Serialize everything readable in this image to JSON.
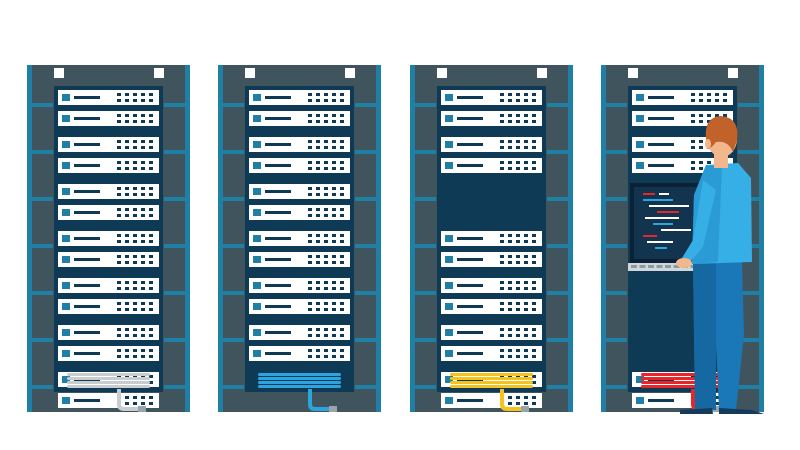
{
  "scene": {
    "background": "#ffffff",
    "rack_frame_color": "#3f545c",
    "rack_inner_color": "#0e3a56",
    "rack_side_accent": "#1f7fa4",
    "server_face_color": "#ffffff",
    "racks": [
      {
        "name": "rack-1",
        "cable_color": "#c9cdd0",
        "empty_slots": []
      },
      {
        "name": "rack-2",
        "cable_color": "#2aa5df",
        "empty_slots": [
          6
        ]
      },
      {
        "name": "rack-3",
        "cable_color": "#f6c21c",
        "empty_slots": [
          2
        ]
      },
      {
        "name": "rack-4",
        "cable_color": "#e8262a",
        "empty_slots": [
          4,
          5
        ],
        "has_monitor": true
      }
    ],
    "technician": {
      "hair_color": "#c0622a",
      "skin_color": "#f2b78d",
      "shirt_color": "#36aee6",
      "pants_color": "#1a78b8",
      "shoe_color": "#163a5c"
    },
    "monitor": {
      "screen_color": "#12344e",
      "code_colors": [
        "#ffffff",
        "#e8262a",
        "#2aa5df"
      ]
    }
  }
}
